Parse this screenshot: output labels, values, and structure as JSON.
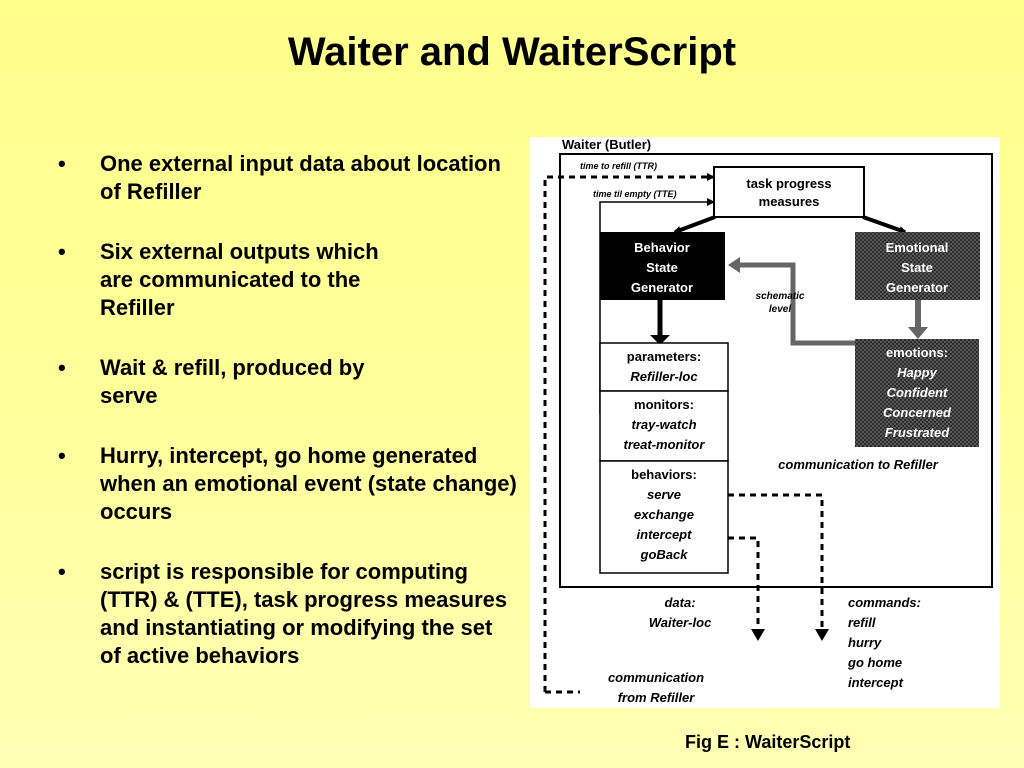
{
  "title": "Waiter and WaiterScript",
  "bullets": [
    "One external input data about location of Refiller",
    "Six external outputs which\nare communicated to the\nRefiller",
    "Wait & refill, produced by\nserve",
    " Hurry, intercept, go home generated when an emotional event (state change) occurs",
    "script is responsible for computing (TTR) & (TTE), task progress measures and instantiating or modifying the set of active behaviors"
  ],
  "bullet_char": "•",
  "diagram": {
    "outer_label": "Waiter (Butler)",
    "ttr_label": "time to refill (TTR)",
    "tte_label": "time til empty (TTE)",
    "task_progress": [
      "task progress",
      "measures"
    ],
    "behavior_generator": [
      "Behavior",
      "State",
      "Generator"
    ],
    "emotional_generator": [
      "Emotional",
      "State",
      "Generator"
    ],
    "schematic_label": [
      "schematic",
      "level"
    ],
    "parameters_title": "parameters:",
    "parameters_items": [
      "Refiller-loc"
    ],
    "monitors_title": "monitors:",
    "monitors_items": [
      "tray-watch",
      "treat-monitor"
    ],
    "behaviors_title": "behaviors:",
    "behaviors_items": [
      "serve",
      "exchange",
      "intercept",
      "goBack"
    ],
    "emotions_title": "emotions:",
    "emotions_items": [
      "Happy",
      "Confident",
      "Concerned",
      "Frustrated"
    ],
    "comm_to_label": "communication to Refiller",
    "data_label": [
      "data:",
      "Waiter-loc"
    ],
    "commands_label": [
      "commands:",
      "refill",
      "hurry",
      "go home",
      "intercept"
    ],
    "comm_from_label": [
      "communication",
      "from Refiller"
    ],
    "colors": {
      "black_box": "#000000",
      "gray_box": "#555555",
      "line": "#000000"
    }
  },
  "caption": "Fig E : WaiterScript"
}
